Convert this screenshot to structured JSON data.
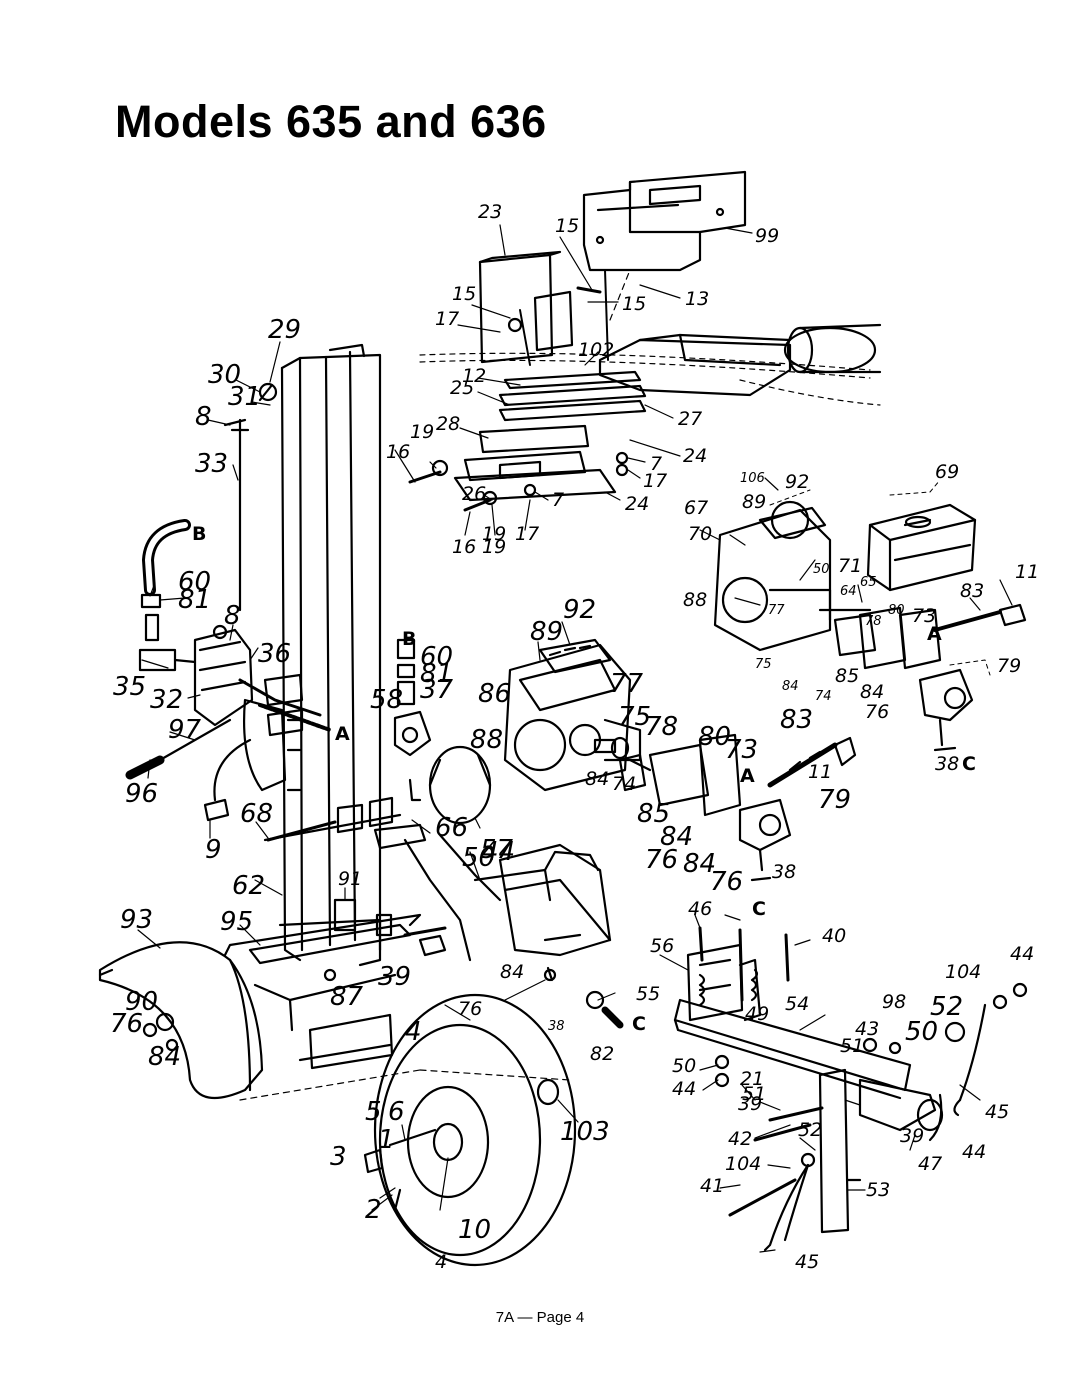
{
  "title": "Models 635 and 636",
  "footer": "7A — Page 4",
  "callouts": [
    "23",
    "15",
    "99",
    "15",
    "15",
    "13",
    "17",
    "102",
    "29",
    "12",
    "25",
    "27",
    "30",
    "31",
    "28",
    "8",
    "19",
    "16",
    "24",
    "7",
    "17",
    "33",
    "26",
    "7",
    "19",
    "24",
    "16",
    "19",
    "17",
    "106",
    "92",
    "69",
    "67",
    "89",
    "B",
    "70",
    "60",
    "81",
    "50",
    "71",
    "64",
    "65",
    "11",
    "83",
    "88",
    "77",
    "78",
    "80",
    "73",
    "A",
    "8",
    "36",
    "B",
    "60",
    "81",
    "89",
    "92",
    "75",
    "84",
    "74",
    "85",
    "79",
    "35",
    "32",
    "37",
    "58",
    "86",
    "77",
    "84",
    "76",
    "97",
    "A",
    "75",
    "78",
    "80",
    "73",
    "83",
    "88",
    "11",
    "96",
    "68",
    "66",
    "57",
    "A",
    "84",
    "74",
    "38",
    "C",
    "85",
    "79",
    "9",
    "84",
    "50",
    "44",
    "76",
    "84",
    "76",
    "38",
    "62",
    "91",
    "93",
    "95",
    "46",
    "C",
    "40",
    "56",
    "44",
    "39",
    "84",
    "55",
    "104",
    "90",
    "87",
    "76",
    "38",
    "C",
    "49",
    "54",
    "98",
    "52",
    "76",
    "84",
    "82",
    "43",
    "51",
    "50",
    "4",
    "50",
    "21",
    "44",
    "5",
    "6",
    "103",
    "51",
    "45",
    "39",
    "42",
    "52",
    "39",
    "44",
    "3",
    "1",
    "104",
    "47",
    "41",
    "53",
    "2",
    "10",
    "4",
    "45"
  ]
}
